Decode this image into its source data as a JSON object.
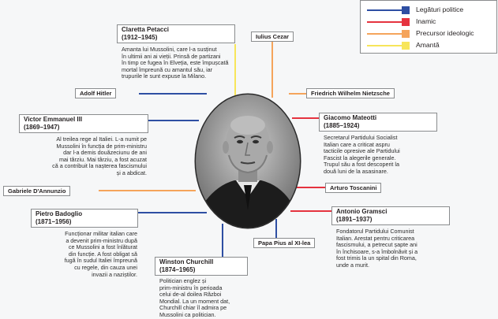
{
  "legend": {
    "items": [
      {
        "label": "Legături politice",
        "color": "#2e4fa3"
      },
      {
        "label": "Inamic",
        "color": "#e5333f"
      },
      {
        "label": "Precursor ideologic",
        "color": "#f5a45b"
      },
      {
        "label": "Amantă",
        "color": "#f7e55a"
      }
    ]
  },
  "nodes": {
    "petacci": {
      "name": "Claretta Petacci",
      "dates": "(1912–1945)",
      "desc": [
        "Amanta lui Mussolini, care l-a susținut",
        "în ultimii ani ai vieții. Prinsă de partizani",
        "în timp ce fugea în Elveția, este împușcată",
        "mortal împreună cu amantul său, iar",
        "trupurile le sunt expuse la Milano."
      ]
    },
    "cezar": {
      "name": "Iulius Cezar"
    },
    "hitler": {
      "name": "Adolf Hitler"
    },
    "nietzsche": {
      "name": "Friedrich Wilhelm Nietzsche"
    },
    "victor": {
      "name": "Victor Emmanuel III",
      "dates": "(1869–1947)",
      "desc": [
        "Al treilea rege al Italiei. L-a numit pe",
        "Mussolini în funcția de prim-ministru",
        "dar l-a demis douăzeciunu de ani",
        "mai târziu. Mai târziu, a fost acuzat",
        "că a contribuit la nașterea fascismului",
        "și a abdicat."
      ]
    },
    "matteotti": {
      "name": "Giacomo Mateotti",
      "dates": "(1885–1924)",
      "desc": [
        "Secretarul Partidului Socialist",
        "Italian care a criticat aspru",
        "tacticile opresive ale Partidului",
        "Fascist la alegerile generale.",
        "Trupul său a fost descoperit la",
        "două luni de la asasinare."
      ]
    },
    "toscanini": {
      "name": "Arturo Toscanini"
    },
    "dannunzio": {
      "name": "Gabriele D'Annunzio"
    },
    "badoglio": {
      "name": "Pietro Badoglio",
      "dates": "(1871–1956)",
      "desc": [
        "Funcționar militar italian care",
        "a devenit prim-ministru după",
        "ce Mussolini a fost înlăturat",
        "din funcție. A fost obligat să",
        "fugă în sudul Italiei împreună",
        "cu regele, din cauza unei",
        "invazii a naziștilor."
      ]
    },
    "gramsci": {
      "name": "Antonio Gramsci",
      "dates": "(1891–1937)",
      "desc": [
        "Fondatorul Partidului Comunist",
        "Italian. Arestat pentru criticarea",
        "fascismului, a petrecut șapte ani",
        "în închisoare, s-a îmbolnăvit și a",
        "fost trimis la un spital din Roma,",
        "unde a murit."
      ]
    },
    "pius": {
      "name": "Papa Pius al XI-lea"
    },
    "churchill": {
      "name": "Winston Churchill",
      "dates": "(1874–1965)",
      "desc": [
        "Politician englez și",
        "prim-ministru în perioada",
        "celui de-al doilea Război",
        "Mondial. La un moment dat,",
        "Churchill chiar îl admira pe",
        "Mussolini ca politician."
      ]
    }
  }
}
